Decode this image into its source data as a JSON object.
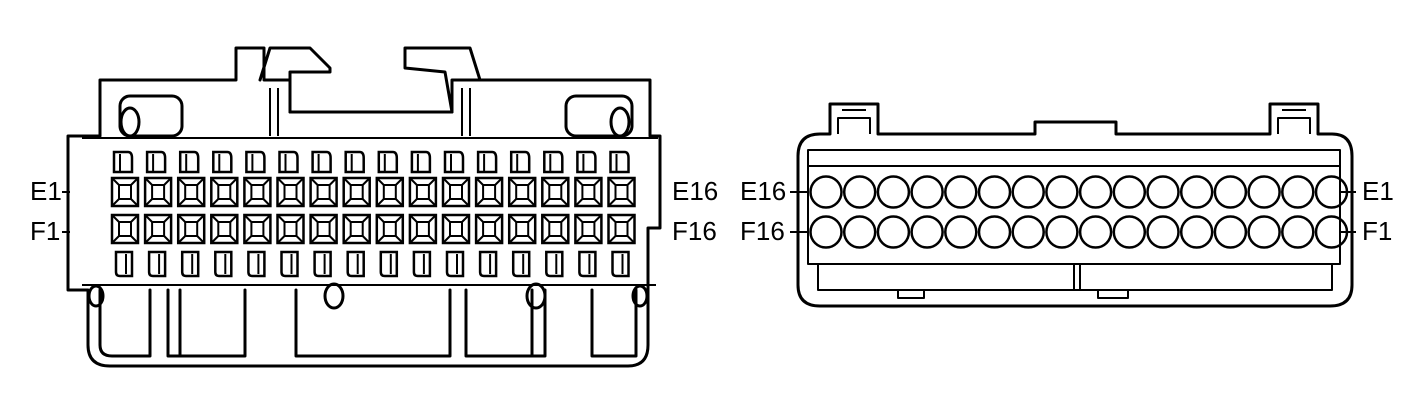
{
  "diagram": {
    "stroke_color": "#000000",
    "background_color": "#ffffff",
    "pin_columns": 16,
    "left_connector": {
      "labels": {
        "left_top": "E1",
        "left_bottom": "F1",
        "right_top": "E16",
        "right_bottom": "F16"
      }
    },
    "right_connector": {
      "labels": {
        "left_top": "E16",
        "left_bottom": "F16",
        "right_top": "E1",
        "right_bottom": "F1"
      }
    }
  }
}
